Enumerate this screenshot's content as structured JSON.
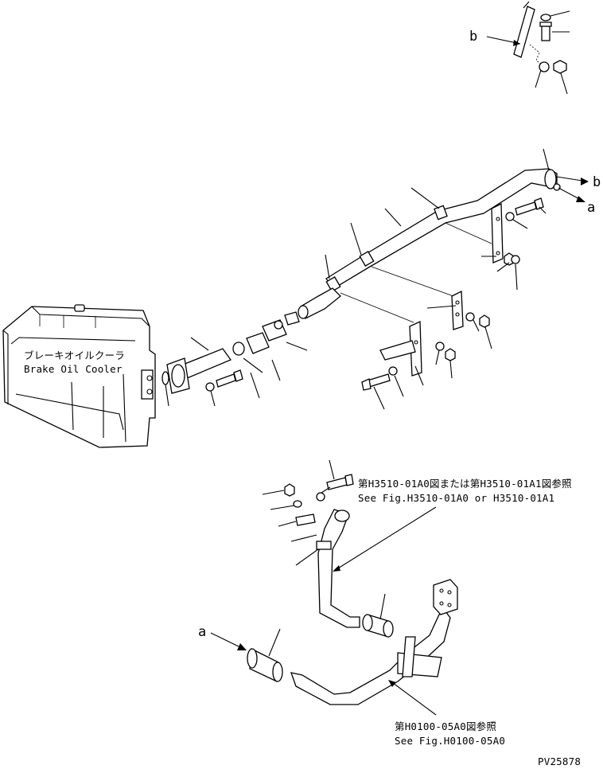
{
  "labels": {
    "ref_b_top": "b",
    "ref_b_right": "b",
    "ref_a_right": "a",
    "ref_a_bottom": "a",
    "cooler_jp": "ブレーキオイルクーラ",
    "cooler_en": "Brake Oil Cooler",
    "note1_jp": "第H3510-01A0図または第H3510-01A1図参照",
    "note1_en": "See Fig.H3510-01A0 or H3510-01A1",
    "note2_jp": "第H0100-05A0図参照",
    "note2_en": "See Fig.H0100-05A0",
    "drawing_no": "PV25878"
  }
}
